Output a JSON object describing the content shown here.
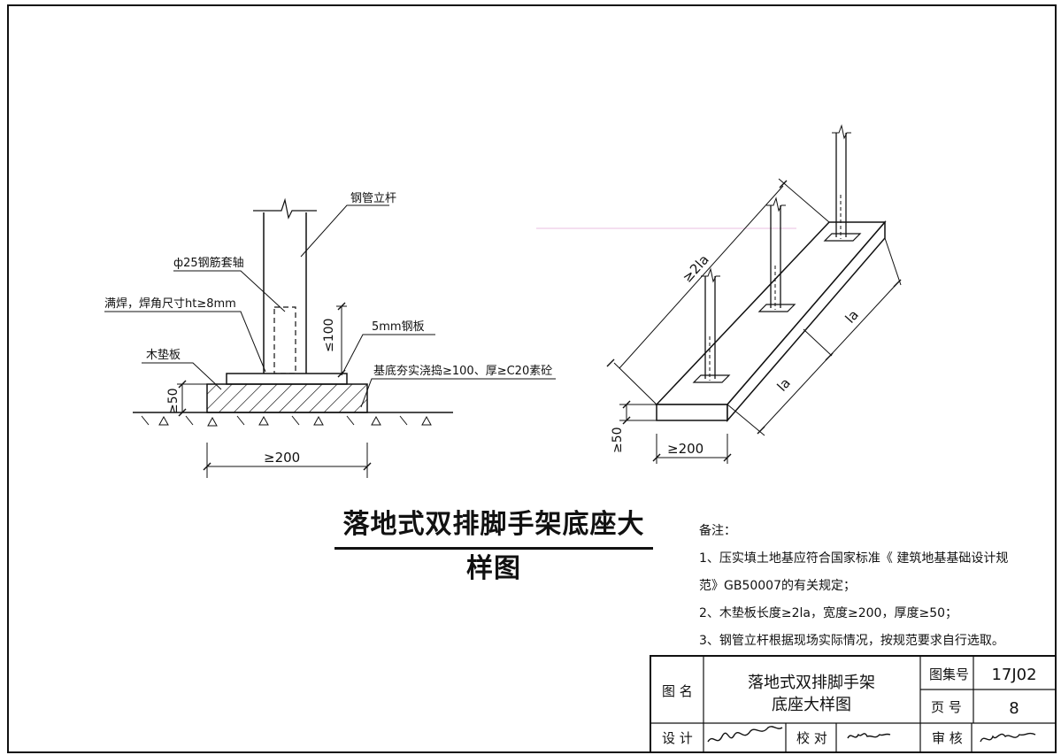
{
  "title": "落地式双排脚手架底座大样图",
  "section": {
    "labels": {
      "steel_pole": "钢管立杆",
      "sleeve": "ф25钢筋套轴",
      "weld": "满焊，焊角尺寸ht≥8mm",
      "plate": "5mm钢板",
      "wood_pad": "木垫板",
      "base": "基底夯实浇捣≥100、厚≥C20素砼"
    },
    "dims": {
      "height100": "≤100",
      "thick50": "≥50",
      "width200": "≥200"
    }
  },
  "iso": {
    "dims": {
      "length": "≥2la",
      "la1": "la",
      "la2": "la",
      "thick": "≥50",
      "width": "≥200"
    }
  },
  "notes": {
    "header": "备注：",
    "items": [
      "1、压实填土地基应符合国家标准《 建筑地基基础设计规",
      "范》GB50007的有关规定；",
      "2、木垫板长度≥2la，宽度≥200，厚度≥50；",
      "3、钢管立杆根据现场实际情况，按规范要求自行选取。"
    ]
  },
  "titleblock": {
    "drawing_name_label": "图 名",
    "drawing_name_line1": "落地式双排脚手架",
    "drawing_name_line2": "底座大样图",
    "atlas_no_label": "图集号",
    "atlas_no": "17J02",
    "page_no_label": "页 号",
    "page_no": "8",
    "design_label": "设 计",
    "check_label": "校 对",
    "review_label": "审 核"
  }
}
